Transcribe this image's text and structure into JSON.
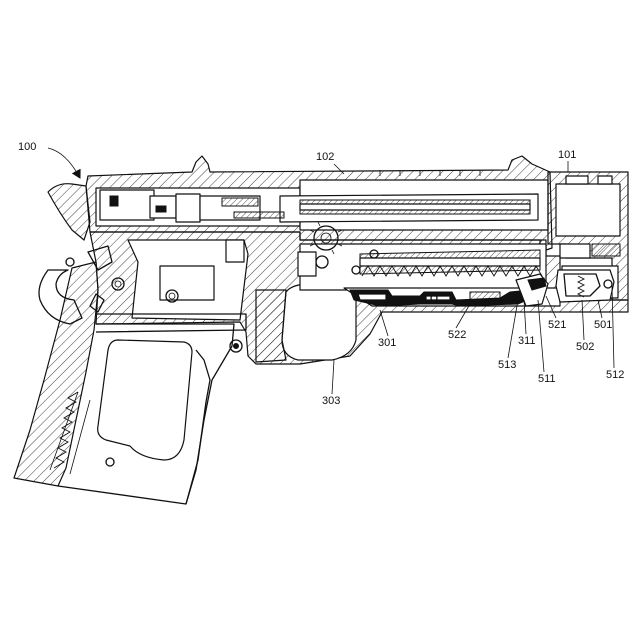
{
  "figure": {
    "reference_numerals": [
      {
        "id": "ref-100",
        "text": "100"
      },
      {
        "id": "ref-101",
        "text": "101"
      },
      {
        "id": "ref-102",
        "text": "102"
      },
      {
        "id": "ref-301",
        "text": "301"
      },
      {
        "id": "ref-303",
        "text": "303"
      },
      {
        "id": "ref-311",
        "text": "311"
      },
      {
        "id": "ref-501",
        "text": "501"
      },
      {
        "id": "ref-502",
        "text": "502"
      },
      {
        "id": "ref-511",
        "text": "511"
      },
      {
        "id": "ref-512",
        "text": "512"
      },
      {
        "id": "ref-513",
        "text": "513"
      },
      {
        "id": "ref-521",
        "text": "521"
      },
      {
        "id": "ref-522",
        "text": "522"
      }
    ]
  }
}
